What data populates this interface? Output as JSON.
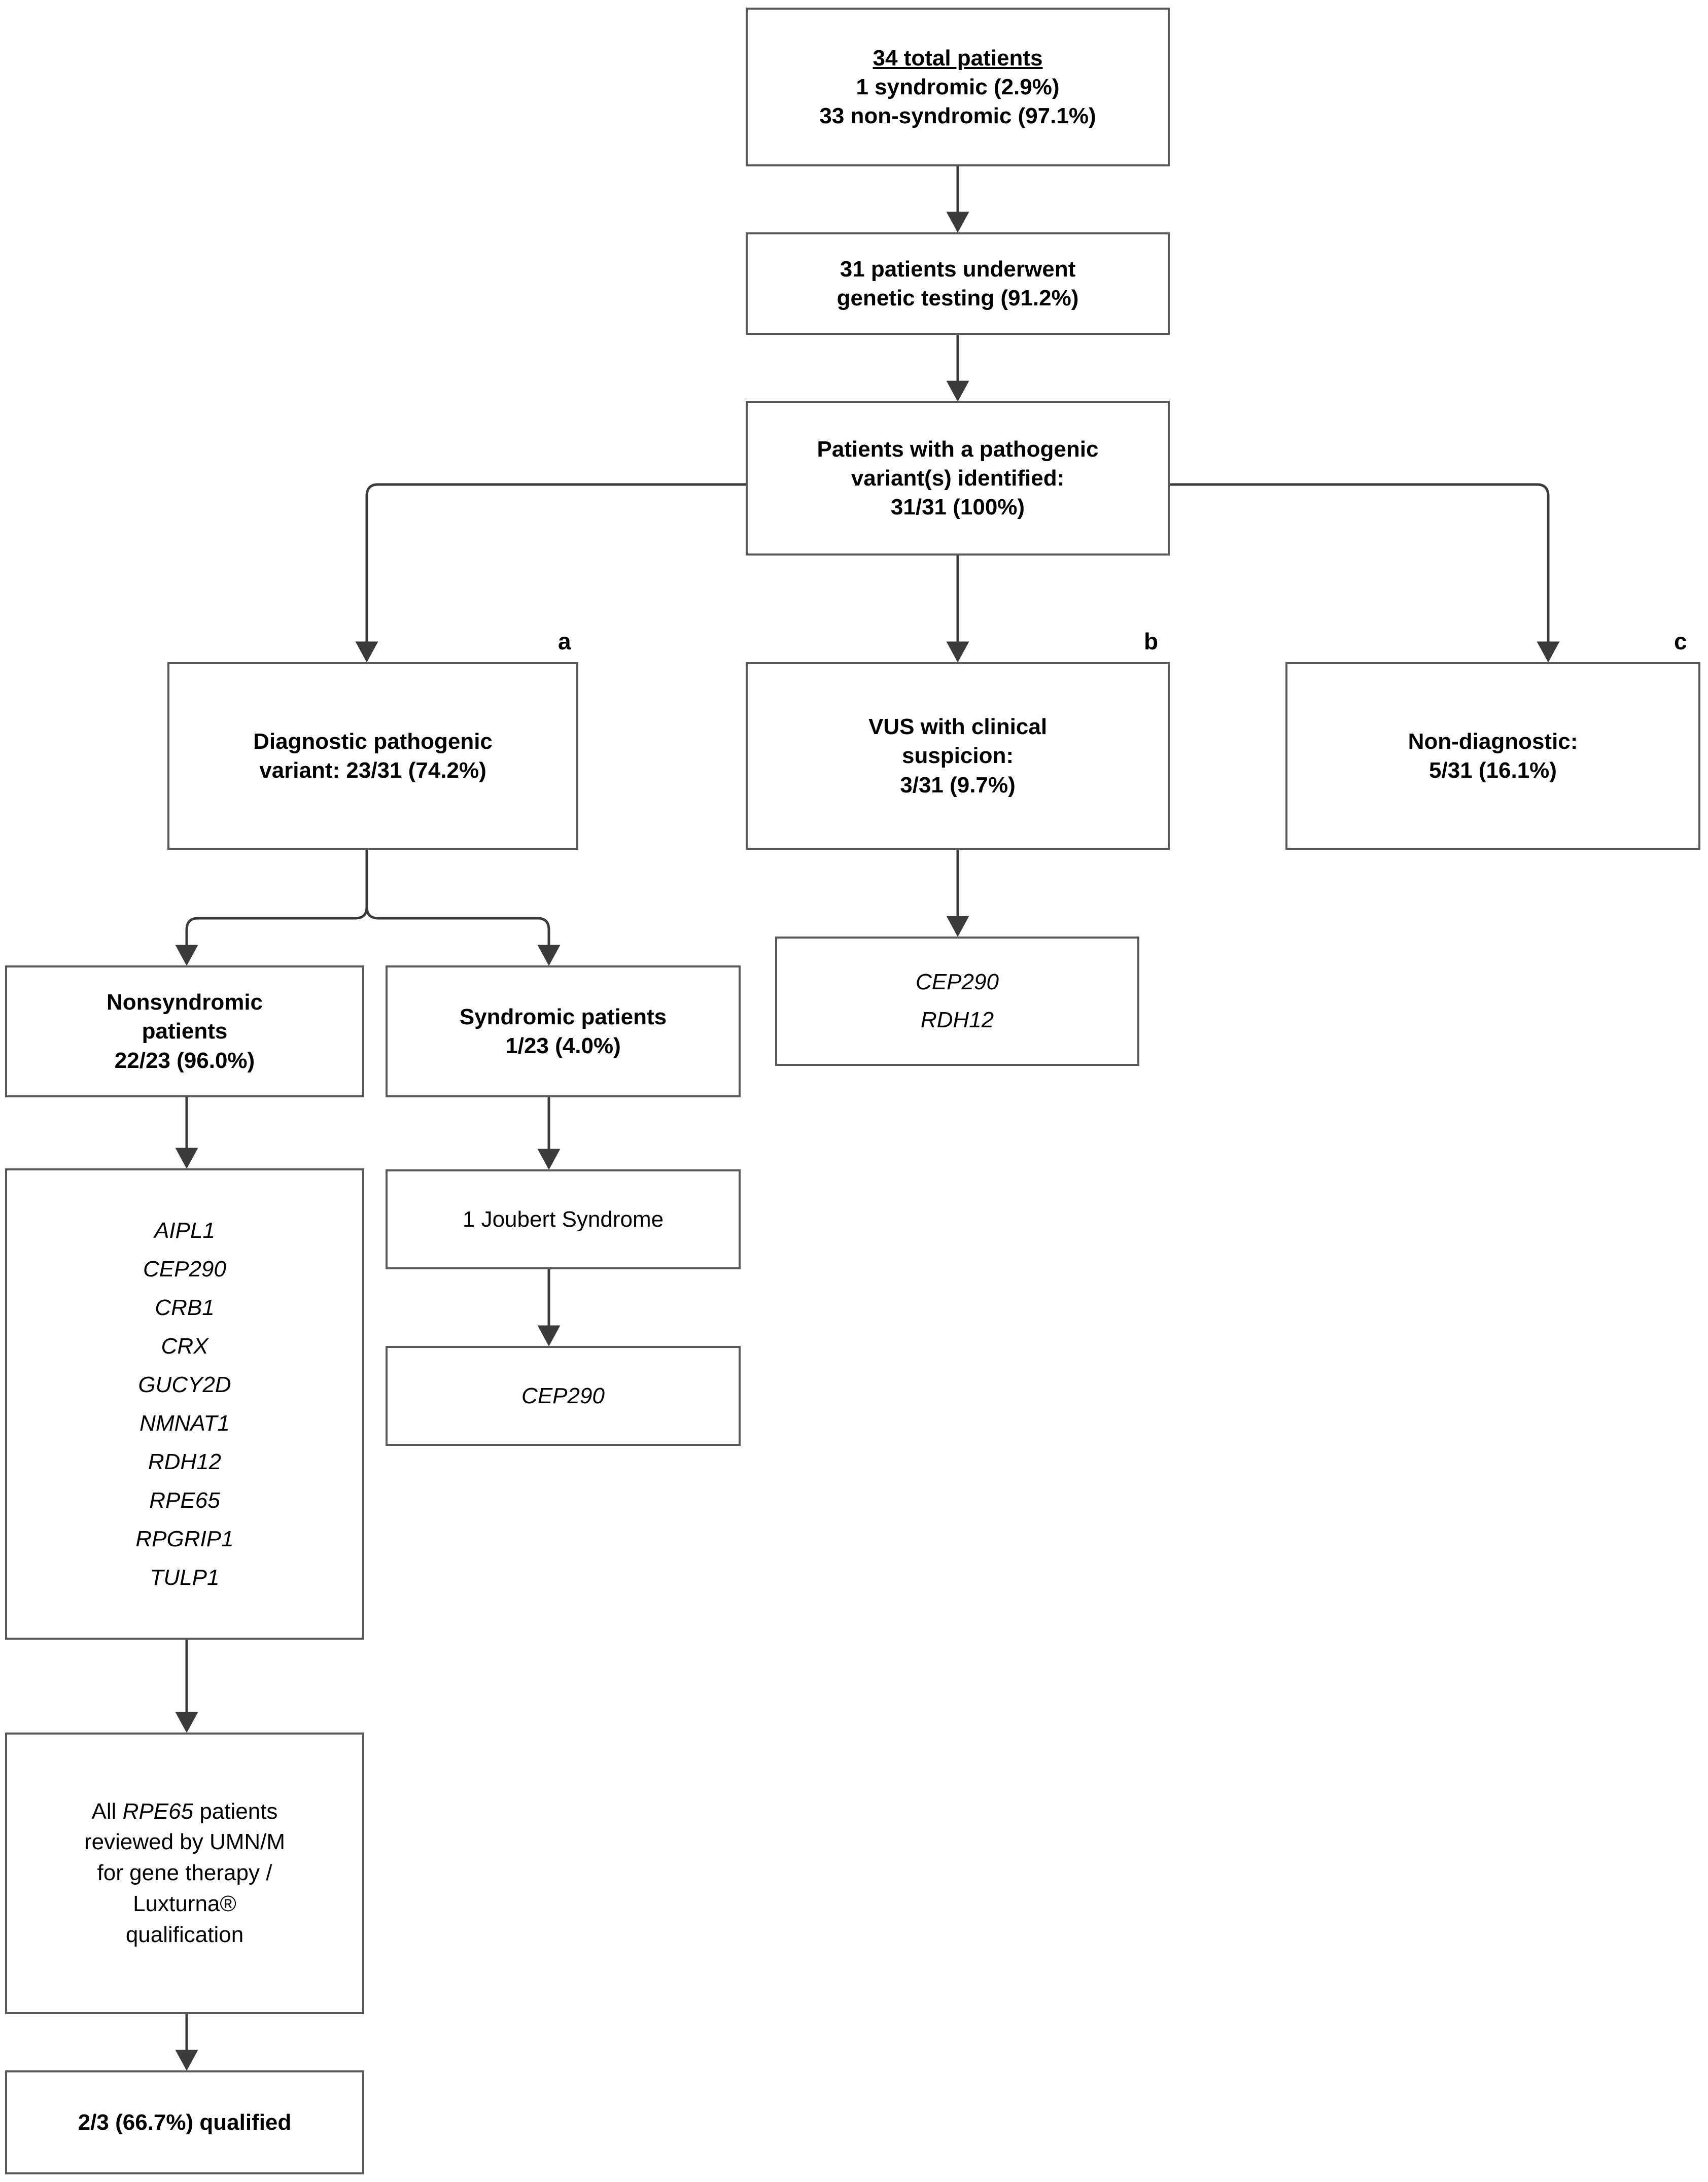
{
  "diagram": {
    "type": "flowchart",
    "title": "Genetic testing and diagnostic yield flowchart",
    "stroke_color": "#595959",
    "text_color": "#000000",
    "background": "#ffffff"
  },
  "nodes": {
    "total_patients": {
      "lines": [
        "34 total patients",
        "1 syndromic (2.9%)",
        "33 non-syndromic (97.1%)"
      ],
      "style": "bold",
      "first_line_underlined": true
    },
    "genetic_testing": {
      "lines": [
        "31 patients underwent",
        "genetic testing (91.2%)"
      ],
      "style": "bold"
    },
    "pathogenic_variant": {
      "lines": [
        "Patients with a pathogenic",
        "variant(s) identified:",
        "31/31 (100%)"
      ],
      "style": "bold"
    },
    "branch_a": {
      "tag": "a",
      "lines": [
        "Diagnostic pathogenic",
        "variant: 23/31 (74.2%)"
      ],
      "style": "bold"
    },
    "branch_b": {
      "tag": "b",
      "lines": [
        "VUS with clinical",
        "suspicion:",
        "3/31 (9.7%)"
      ],
      "style": "bold"
    },
    "branch_c": {
      "tag": "c",
      "lines": [
        "Non-diagnostic:",
        "5/31 (16.1%)"
      ],
      "style": "bold"
    },
    "nonsyndromic_patients": {
      "lines": [
        "Nonsyndromic",
        "patients",
        "22/23 (96.0%)"
      ],
      "style": "bold"
    },
    "syndromic_patients": {
      "lines": [
        "Syndromic patients",
        "1/23 (4.0%)"
      ],
      "style": "bold"
    },
    "vus_genes": {
      "lines": [
        "CEP290",
        "RDH12"
      ],
      "style": "italic"
    },
    "nonsyndromic_genes": {
      "lines": [
        "AIPL1",
        "CEP290",
        "CRB1",
        "CRX",
        "GUCY2D",
        "NMNAT1",
        "RDH12",
        "RPE65",
        "RPGRIP1",
        "TULP1"
      ],
      "style": "italic"
    },
    "joubert_syndrome": {
      "lines": [
        "1 Joubert Syndrome"
      ],
      "style": "regular"
    },
    "joubert_gene": {
      "lines": [
        "CEP290"
      ],
      "style": "italic"
    },
    "rpe65_review": {
      "segments": [
        [
          {
            "t": "All ",
            "i": false
          },
          {
            "t": "RPE65",
            "i": true
          },
          {
            "t": " patients",
            "i": false
          }
        ],
        [
          {
            "t": "reviewed by UMN/M",
            "i": false
          }
        ],
        [
          {
            "t": "for gene therapy /",
            "i": false
          }
        ],
        [
          {
            "t": "Luxturna®",
            "i": false
          }
        ],
        [
          {
            "t": "qualification",
            "i": false
          }
        ]
      ],
      "style": "regular"
    },
    "qualified_result": {
      "lines": [
        "2/3 (66.7%) qualified"
      ],
      "style": "bold"
    }
  }
}
